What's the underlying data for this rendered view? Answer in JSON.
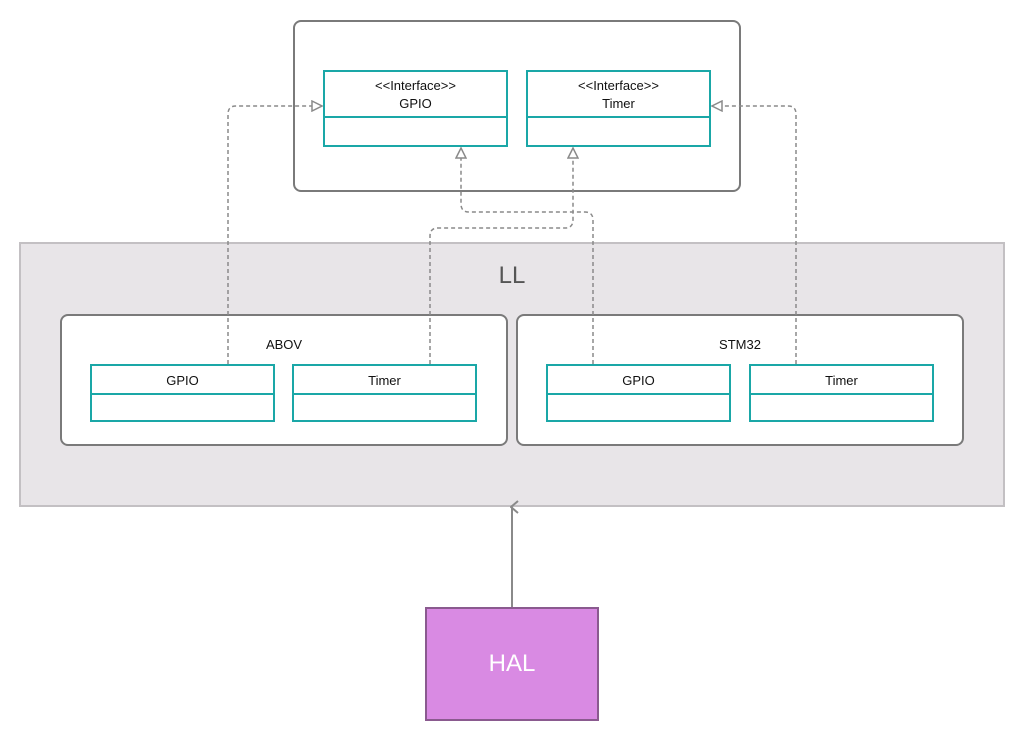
{
  "interfaces": {
    "gpio": {
      "stereotype": "<<Interface>>",
      "name": "GPIO"
    },
    "timer": {
      "stereotype": "<<Interface>>",
      "name": "Timer"
    }
  },
  "ll": {
    "title": "LL"
  },
  "vendors": {
    "abov": {
      "title": "ABOV",
      "gpio": "GPIO",
      "timer": "Timer"
    },
    "stm32": {
      "title": "STM32",
      "gpio": "GPIO",
      "timer": "Timer"
    }
  },
  "hal": {
    "label": "HAL"
  },
  "colors": {
    "class_border": "#1aa7a7",
    "package_border": "#7a7a7a",
    "ll_fill": "#e8e5e8",
    "hal_fill": "#d98ae3",
    "connector": "#8a8a8a"
  }
}
